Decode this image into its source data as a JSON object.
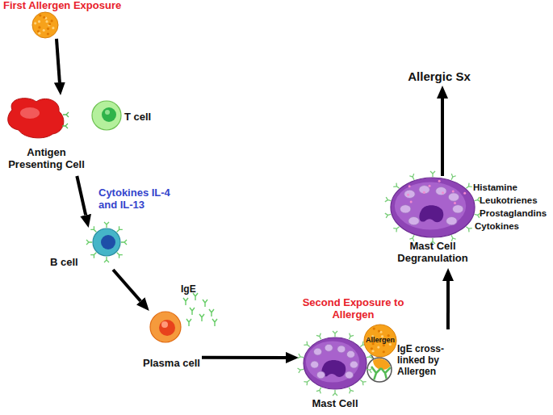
{
  "diagram": {
    "nodes": [
      {
        "text": [
          "First Allergen Exposure"
        ]
      },
      {
        "text": [
          "Antigen Presenting Cell"
        ]
      },
      {
        "text": [
          "T cell"
        ]
      },
      {
        "text": [
          "B cell"
        ]
      },
      {
        "text": [
          "Plasma cell"
        ]
      },
      {
        "text": [
          "Second Exposure to Allergen",
          "Allergen"
        ]
      },
      {
        "text": [
          "Mast Cell"
        ]
      },
      {
        "text": [
          "Mast Cell Degranulation"
        ]
      },
      {
        "text": [
          "Allergic Sx"
        ]
      }
    ],
    "edges": [
      {
        "from": 0,
        "to": 1,
        "arrow": "to"
      },
      {
        "from": 1,
        "to": 3,
        "label": "Cytokines IL-4 and IL-13",
        "arrow": "to"
      },
      {
        "from": 3,
        "to": 4,
        "arrow": "to"
      },
      {
        "from": 4,
        "to": 6,
        "arrow": "to"
      },
      {
        "from": 6,
        "to": 7,
        "arrow": "to"
      },
      {
        "from": 7,
        "to": 8,
        "arrow": "to"
      }
    ],
    "labels": [
      "IgE",
      "IgE cross-linked by Allergen",
      "Histamine",
      "Leukotrienes",
      "Prostaglandins",
      "Cytokines"
    ]
  }
}
